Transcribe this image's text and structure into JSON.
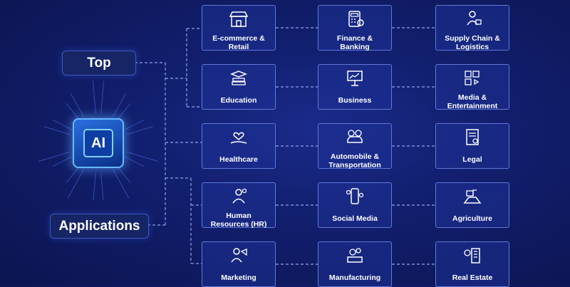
{
  "labels": {
    "top": "Top",
    "applications": "Applications"
  },
  "chip": {
    "text": "AI"
  },
  "colors": {
    "background": "#121f6e",
    "card_border": "#5f78d8",
    "accent": "#68b8ff",
    "connector": "#8ea2e6"
  },
  "cards": [
    {
      "key": "ecommerce",
      "name": "E-commerce &\nRetail",
      "icon": "storefront-icon"
    },
    {
      "key": "finance",
      "name": "Finance &\nBanking",
      "icon": "calculator-icon"
    },
    {
      "key": "supply",
      "name": "Supply Chain &\nLogistics",
      "icon": "delivery-person-icon"
    },
    {
      "key": "education",
      "name": "Education",
      "icon": "books-graduation-cap-icon"
    },
    {
      "key": "business",
      "name": "Business",
      "icon": "presentation-board-icon"
    },
    {
      "key": "media",
      "name": "Media &\nEntertainment",
      "icon": "media-tiles-icon"
    },
    {
      "key": "healthcare",
      "name": "Healthcare",
      "icon": "heart-hand-icon"
    },
    {
      "key": "automobile",
      "name": "Automobile &\nTransportation",
      "icon": "car-gears-icon"
    },
    {
      "key": "legal",
      "name": "Legal",
      "icon": "legal-document-icon"
    },
    {
      "key": "hr",
      "name": "Human\nResources (HR)",
      "icon": "person-gear-icon"
    },
    {
      "key": "social",
      "name": "Social Media",
      "icon": "phone-social-icon"
    },
    {
      "key": "agriculture",
      "name": "Agriculture",
      "icon": "farm-field-icon"
    },
    {
      "key": "marketing",
      "name": "Marketing",
      "icon": "person-megaphone-icon"
    },
    {
      "key": "manufacturing",
      "name": "Manufacturing",
      "icon": "gears-factory-icon"
    },
    {
      "key": "realestate",
      "name": "Real Estate",
      "icon": "building-dollar-icon"
    }
  ]
}
